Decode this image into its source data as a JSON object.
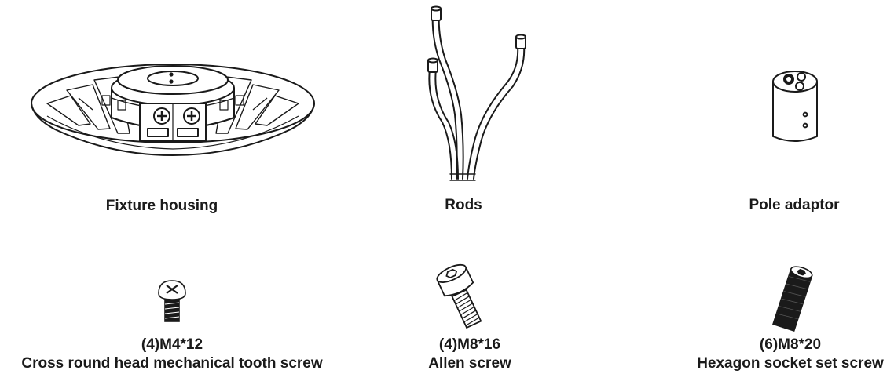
{
  "parts": {
    "fixture_housing": {
      "label": "Fixture housing",
      "icon": "fixture-housing-icon"
    },
    "rods": {
      "label": "Rods",
      "icon": "rods-icon"
    },
    "pole_adaptor": {
      "label": "Pole adaptor",
      "icon": "pole-adaptor-icon"
    }
  },
  "screws": {
    "cross_round": {
      "qty_size": "(4)M4*12",
      "name": "Cross round head mechanical tooth screw",
      "icon": "cross-screw-icon"
    },
    "allen": {
      "qty_size": "(4)M8*16",
      "name": "Allen screw",
      "icon": "allen-screw-icon"
    },
    "hex_set": {
      "qty_size": "(6)M8*20",
      "name": "Hexagon socket set screw",
      "icon": "set-screw-icon"
    }
  },
  "colors": {
    "ink": "#1a1a1a",
    "background": "#ffffff"
  }
}
